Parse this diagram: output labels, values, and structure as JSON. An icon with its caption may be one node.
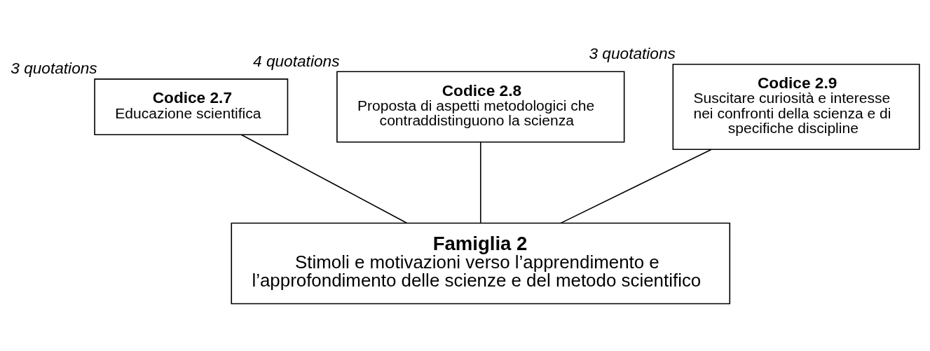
{
  "diagram": {
    "nodes": [
      {
        "text": [
          "Codice 2.8",
          "Proposta di aspetti metodologici che contraddistinguono la scienza"
        ],
        "beside": [
          "4 quotations"
        ]
      },
      {
        "text": [
          "Codice 2.7",
          "Educazione scientifica"
        ],
        "beside": [
          "3 quotations"
        ]
      },
      {
        "text": [
          "Codice 2.9",
          "Suscitare curiosità e interesse nei confronti della scienza e di specifiche discipline"
        ],
        "beside": [
          "3 quotations"
        ]
      },
      {
        "text": [
          "Famiglia 2",
          "Stimoli e motivazioni verso l’apprendimento e l’approfondimento delle scienze e del metodo scientifico"
        ]
      }
    ],
    "edges": [
      {
        "from": 0,
        "to": 3,
        "arrow": "none"
      },
      {
        "from": 1,
        "to": 3,
        "arrow": "none"
      },
      {
        "from": 2,
        "to": 3,
        "arrow": "none"
      }
    ]
  }
}
